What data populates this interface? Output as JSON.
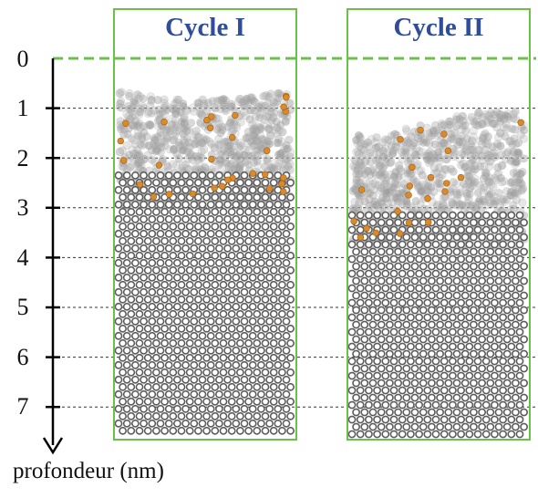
{
  "panels": [
    {
      "key": "cycle1",
      "title": "Cycle I",
      "rough_front_nm": 0.8,
      "mixed_zone_end_nm": 2.7
    },
    {
      "key": "cycle2",
      "title": "Cycle II",
      "rough_front_nm": 1.4,
      "mixed_zone_end_nm": 3.5
    }
  ],
  "axis": {
    "title": "profondeur  (nm)",
    "ticks": [
      "0",
      "1",
      "2",
      "3",
      "4",
      "5",
      "6",
      "7"
    ],
    "surface_level_nm": 0
  },
  "colors": {
    "panel_frame": "#6cc04a",
    "surface_line": "#6cc04a",
    "gridline": "#333333",
    "title": "#2f4d9a",
    "crystal_atom": "#5c5c5c",
    "amorphous_atom": "#9a9a9a",
    "implanted_atom": "#d98b2b",
    "axis": "#000000"
  },
  "legend_icons": {
    "axis_arrow": "down-arrow-icon"
  }
}
